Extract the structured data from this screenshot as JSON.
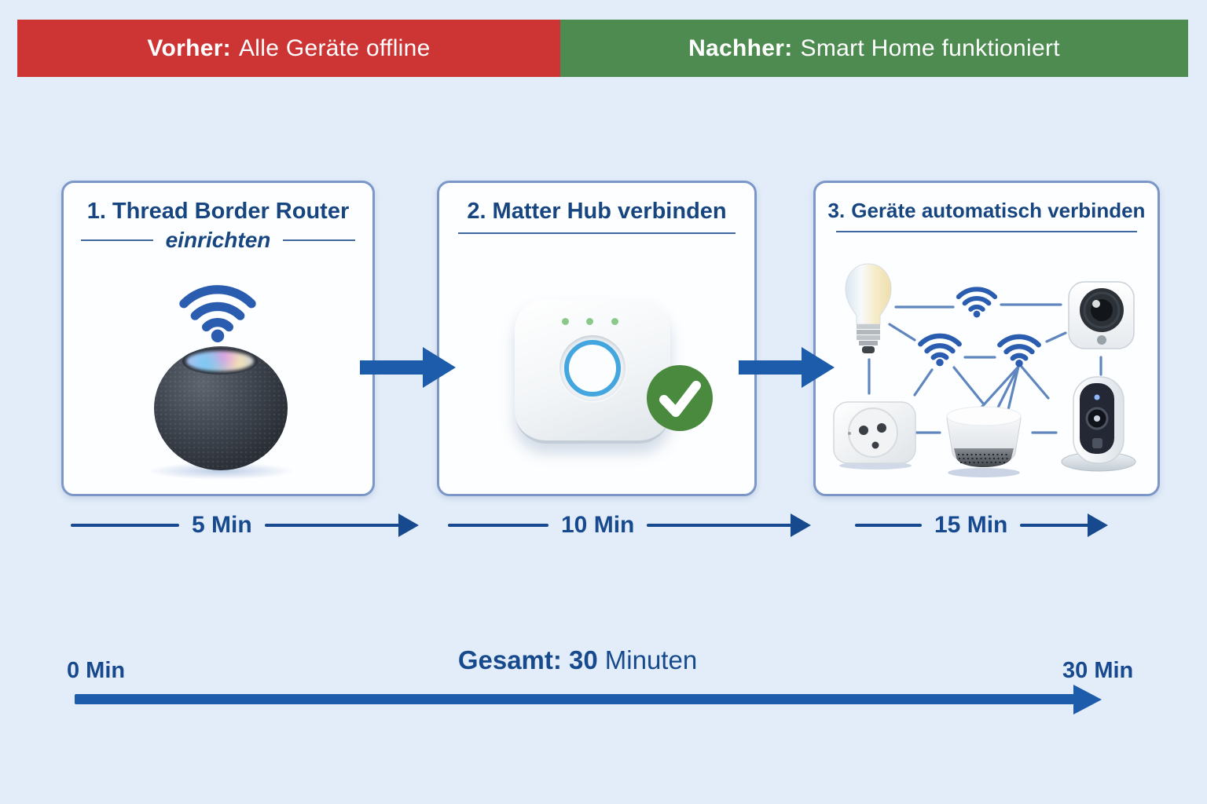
{
  "banner": {
    "before_label": "Vorher:",
    "before_text": "Alle Geräte offline",
    "after_label": "Nachher:",
    "after_text": "Smart Home funktioniert"
  },
  "steps": [
    {
      "number": "1.",
      "title": "Thread Border Router",
      "subtitle": "einrichten",
      "duration": "5 Min"
    },
    {
      "number": "2.",
      "title": "Matter Hub verbinden",
      "duration": "10 Min"
    },
    {
      "number": "3.",
      "title": "Geräte automatisch verbinden",
      "duration": "15 Min"
    }
  ],
  "summary": {
    "start_label": "0 Min",
    "total_label": "Gesamt: 30",
    "total_suffix": "Minuten",
    "end_label": "30 Min"
  },
  "icons": {
    "step1": [
      "wifi-icon",
      "homepod-speaker-image"
    ],
    "step2": [
      "matter-hub-bridge-image",
      "checkmark-icon"
    ],
    "step3": [
      "smart-bulb-icon",
      "wifi-icon",
      "security-camera-icon",
      "smart-plug-icon",
      "smart-speaker-icon",
      "indoor-camera-icon"
    ]
  },
  "colors": {
    "banner_red": "#cd3434",
    "banner_green": "#4e8b50",
    "text_blue": "#17457f",
    "accent_blue": "#1d5cab",
    "wifi_blue": "#2a5cb0",
    "check_green": "#4a8a3f"
  }
}
